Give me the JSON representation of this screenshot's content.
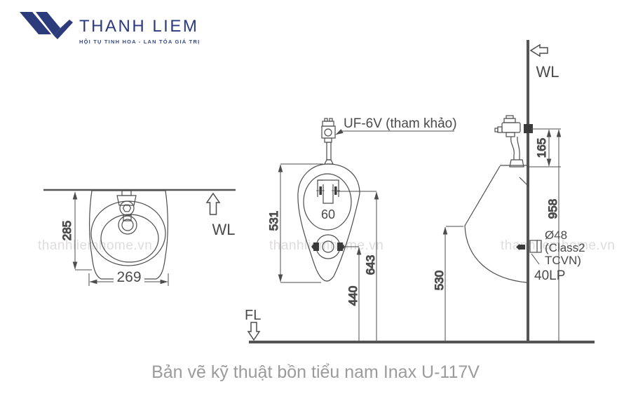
{
  "logo": {
    "brand": "THANH LIEM",
    "tagline": "HỘI TỤ TINH HOA - LAN TỎA GIÁ TRỊ",
    "color": "#2b3b7c"
  },
  "watermark": {
    "text": "thanhliemhome.vn"
  },
  "caption": "Bản vẽ kỹ thuật bồn tiểu nam Inax U-117V",
  "drawing": {
    "labels": {
      "valve_ref": "UF-6V (tham khảo)",
      "wall_line_top_view": "WL",
      "wall_line_side_view": "WL",
      "floor_line": "FL",
      "drain_spec_line1": "Ø48",
      "drain_spec_line2": "(Class2",
      "drain_spec_line3": "TCVN)",
      "trap_type": "40LP"
    },
    "dimensions": {
      "top_view_depth": "285",
      "top_view_width": "269",
      "front_height": "531",
      "hole_spacing": "60",
      "holes_from_floor": "643",
      "drain_from_floor": "440",
      "inlet_from_rim": "165",
      "inlet_from_floor": "958",
      "rim_from_floor": "530"
    },
    "colors": {
      "line": "#4d4d4d",
      "heavy_line": "#555555",
      "caption": "#9b9b9b",
      "watermark": "#d8d4d4"
    }
  }
}
